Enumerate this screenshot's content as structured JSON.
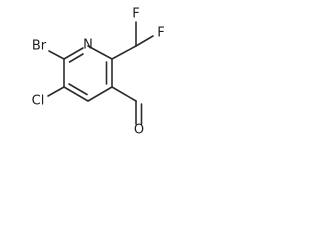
{
  "molecule": {
    "atoms": {
      "fluorine_top": "F",
      "fluorine_right": "F",
      "bromine": "Br",
      "nitrogen": "N",
      "chlorine": "Cl",
      "oxygen": "O"
    }
  }
}
